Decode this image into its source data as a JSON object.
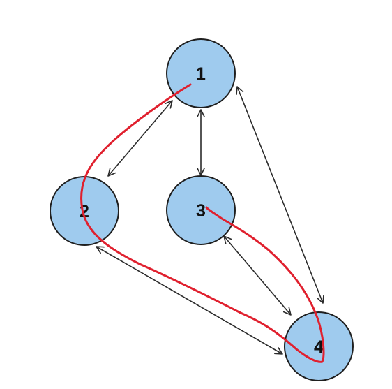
{
  "diagram": {
    "nodes": [
      {
        "id": "1",
        "label": "1"
      },
      {
        "id": "2",
        "label": "2"
      },
      {
        "id": "3",
        "label": "3"
      },
      {
        "id": "4",
        "label": "4"
      }
    ],
    "edges": [
      {
        "from": "1",
        "to": "2",
        "direction": "both"
      },
      {
        "from": "1",
        "to": "3",
        "direction": "both"
      },
      {
        "from": "1",
        "to": "4",
        "direction": "both"
      },
      {
        "from": "2",
        "to": "4",
        "direction": "both"
      },
      {
        "from": "3",
        "to": "4",
        "direction": "both"
      }
    ],
    "highlighted_path": [
      "1",
      "2",
      "4",
      "3"
    ],
    "colors": {
      "node_fill": "#9fcbee",
      "node_stroke": "#1f1f1f",
      "edge": "#2b2b2b",
      "highlight": "#e0202e"
    }
  }
}
